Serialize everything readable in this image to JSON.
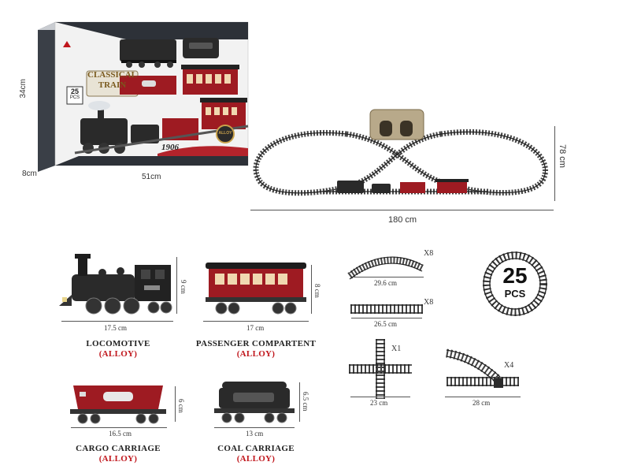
{
  "box": {
    "brand_line1": "CLASSICAL",
    "brand_line2": "TRAIN",
    "pcs_number": "25",
    "pcs_label": "PCS",
    "year": "1906",
    "badge": "ALLOY",
    "height_dim": "34cm",
    "depth_dim": "8cm",
    "width_dim": "51cm"
  },
  "layout": {
    "width_dim": "180 cm",
    "height_dim": "78 cm"
  },
  "parts": [
    {
      "name": "LOCOMOTIVE",
      "material": "(ALLOY)",
      "length": "17.5 cm",
      "height": "9 cm"
    },
    {
      "name": "PASSENGER COMPARTENT",
      "material": "(ALLOY)",
      "length": "17 cm",
      "height": "8 cm"
    },
    {
      "name": "CARGO CARRIAGE",
      "material": "(ALLOY)",
      "length": "16.5 cm",
      "height": "6 cm"
    },
    {
      "name": "COAL CARRIAGE",
      "material": "(ALLOY)",
      "length": "13 cm",
      "height": "6.5 cm"
    }
  ],
  "tracks": [
    {
      "qty": "X8",
      "size": "29.6 cm"
    },
    {
      "qty": "X8",
      "size": "26.5 cm"
    },
    {
      "qty": "X1",
      "size": "23 cm"
    },
    {
      "qty": "X4",
      "size": "28 cm"
    }
  ],
  "count_badge": {
    "number": "25",
    "label": "PCS"
  },
  "colors": {
    "red": "#9e1b22",
    "black": "#2a2a2a",
    "alloy_red": "#c0161c"
  }
}
